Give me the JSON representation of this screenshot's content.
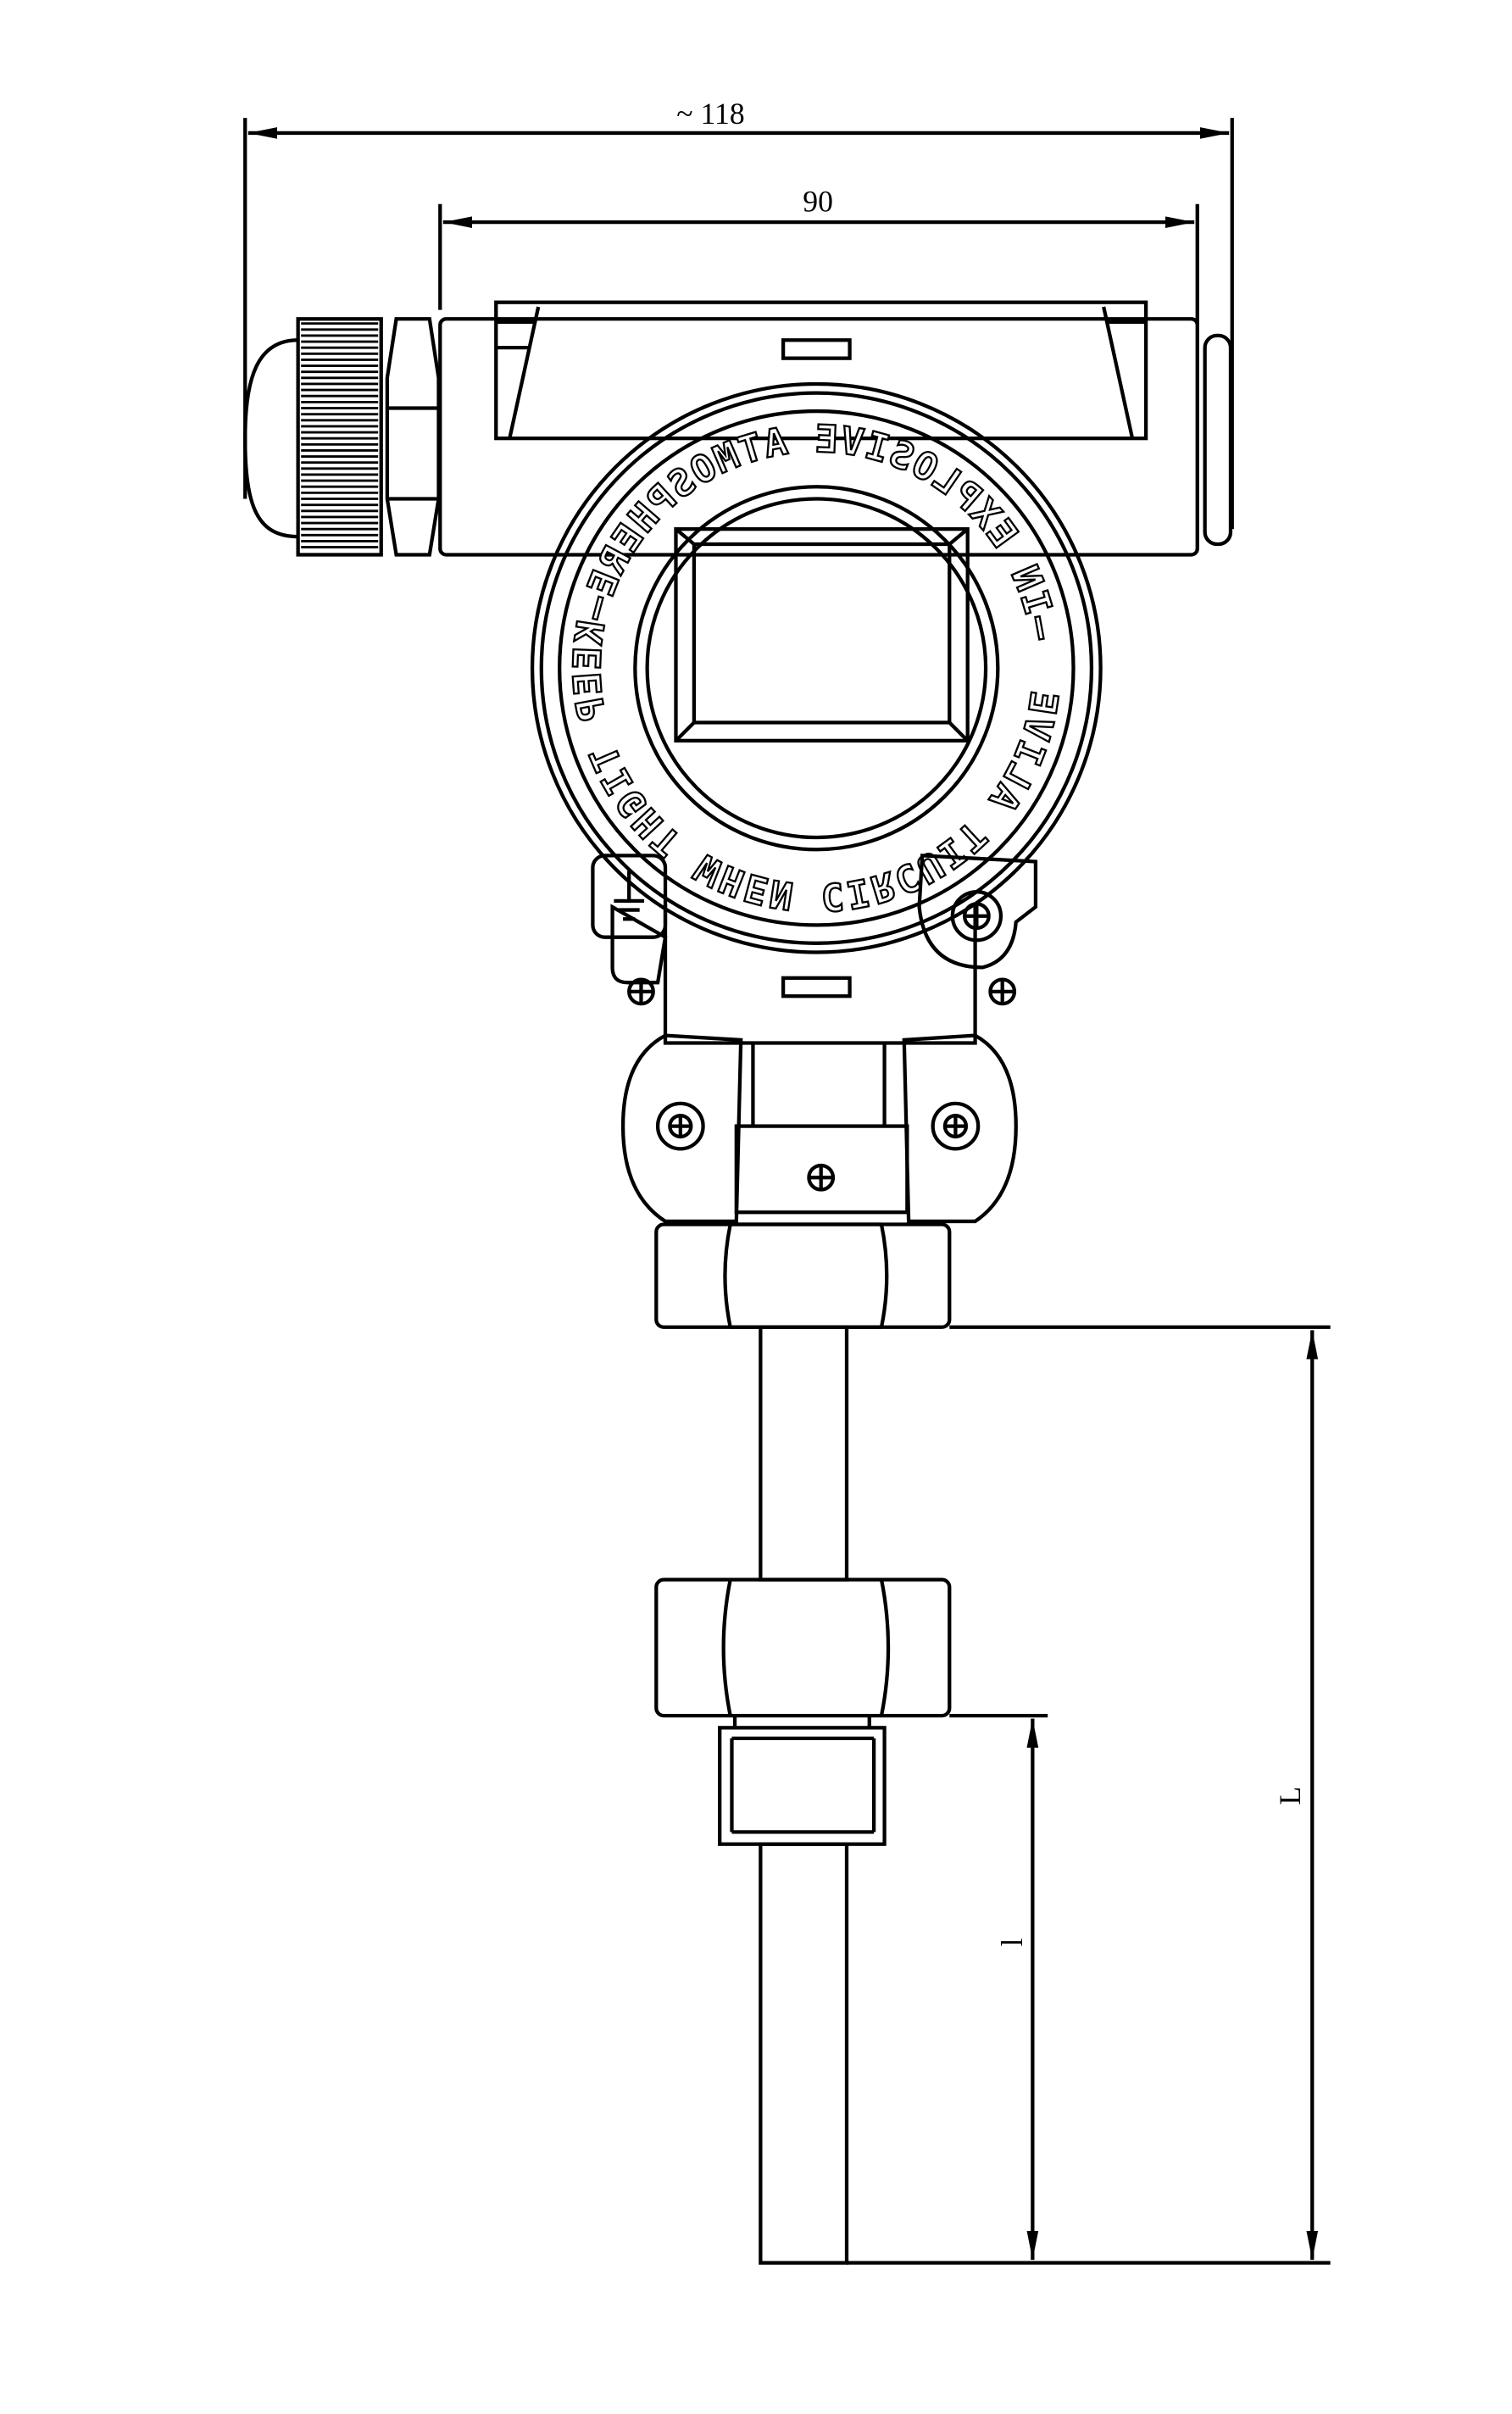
{
  "dimensions": {
    "overall_width": "~ 118",
    "housing_width": "90",
    "total_length": "L",
    "insertion_length": "l"
  },
  "cover_text": "—IN EXPLOSIVE ATMOSPHERE—KEEP TIGHT WHEN CIRCUIT ALIVE",
  "symbols": {
    "ground": "ground-icon"
  }
}
